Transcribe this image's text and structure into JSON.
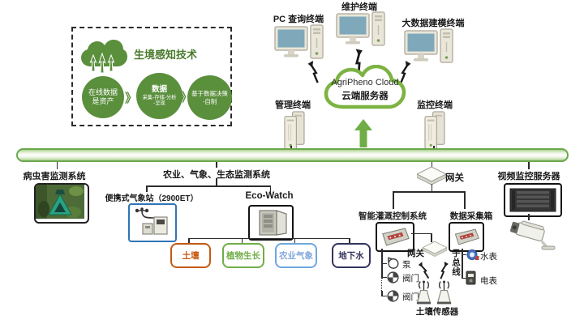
{
  "habitat_panel": {
    "title": "生境感知技术",
    "chevron": "》",
    "steps": [
      {
        "line1": "在线数据",
        "line2": "是资产",
        "line3": ""
      },
      {
        "line1": "数据",
        "line2": "采集-存储-分析",
        "line3": "-呈现"
      },
      {
        "line1": "基于数据决策",
        "line2": "-自制",
        "line3": ""
      }
    ]
  },
  "cloud": {
    "line1": "AgriPheno Cloud",
    "line2": "云端服务器"
  },
  "terminals": {
    "pc_query": "PC 查询终端",
    "maintenance": "维护终端",
    "bigdata": "大数据建模终端",
    "management": "管理终端",
    "monitoring": "监控终端"
  },
  "left_branch": {
    "pest_system": "病虫害监测系统",
    "agri_group": "农业、气象、生态监测系统",
    "weather_station": "便携式气象站（2900ET）",
    "ecowatch": "Eco-Watch",
    "sensors": [
      {
        "label": "土壤",
        "color": "#c55a11"
      },
      {
        "label": "植物生长",
        "color": "#70ad47"
      },
      {
        "label": "农业气象",
        "color": "#6fa8dc"
      },
      {
        "label": "地下水",
        "color": "#34345c"
      }
    ]
  },
  "right_branch": {
    "gateway": "网关",
    "video_server": "视频监控服务器",
    "irrigation_system": "智能灌溉控制系统",
    "data_box": "数据采集箱",
    "gateway2": "网关",
    "pump": "泵",
    "valve1": "阀门",
    "valve2": "阀门",
    "soil_sensors": "土壤传感器",
    "sub_bus": "子总线",
    "water_meter": "水表",
    "electric_meter": "电表"
  },
  "colors": {
    "brand_green": "#5a8f3c",
    "bus_green": "#6aa84f",
    "cloud_stroke": "#7cb342",
    "arrow_green": "#70ad47",
    "blue_box": "#2e75b6",
    "screen_blue": "#7fa9ba"
  }
}
